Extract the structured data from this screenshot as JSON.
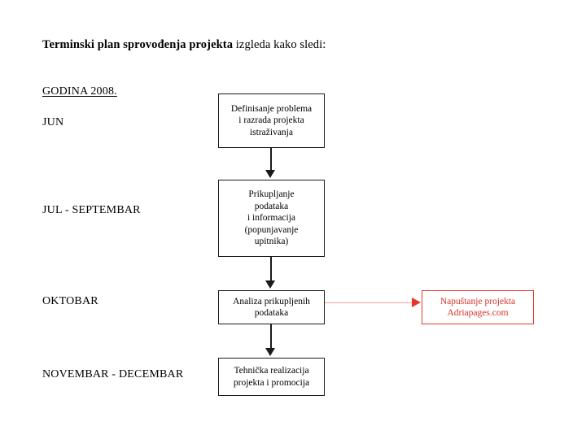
{
  "document": {
    "heading": {
      "bold_part": "Terminski plan sprovođenja projekta",
      "normal_part": " izgleda kako sledi:"
    },
    "year_label": "GODINA 2008."
  },
  "timeline": {
    "periods": [
      {
        "label": "JUN"
      },
      {
        "label": "JUL - SEPTEMBAR"
      },
      {
        "label": "OKTOBAR"
      },
      {
        "label": "NOVEMBAR - DECEMBAR"
      }
    ]
  },
  "flowchart": {
    "type": "flow",
    "box_border_color": "#1a1a1a",
    "exit_border_color": "#e23b2e",
    "exit_text_color": "#d8342b",
    "steps": [
      {
        "lines": [
          "Definisanje problema",
          "i razrada projekta",
          "istraživanja"
        ]
      },
      {
        "lines": [
          "Prikupljanje",
          "podataka",
          "i informacija",
          "(popunjavanje",
          "upitnika)"
        ]
      },
      {
        "lines": [
          "Analiza prikupljenih",
          "podataka"
        ]
      },
      {
        "lines": [
          "Tehnička realizacija",
          "projekta i promocija"
        ]
      }
    ],
    "exit_node": {
      "lines": [
        "Napuštanje projekta",
        "Adriapages.com"
      ]
    }
  }
}
